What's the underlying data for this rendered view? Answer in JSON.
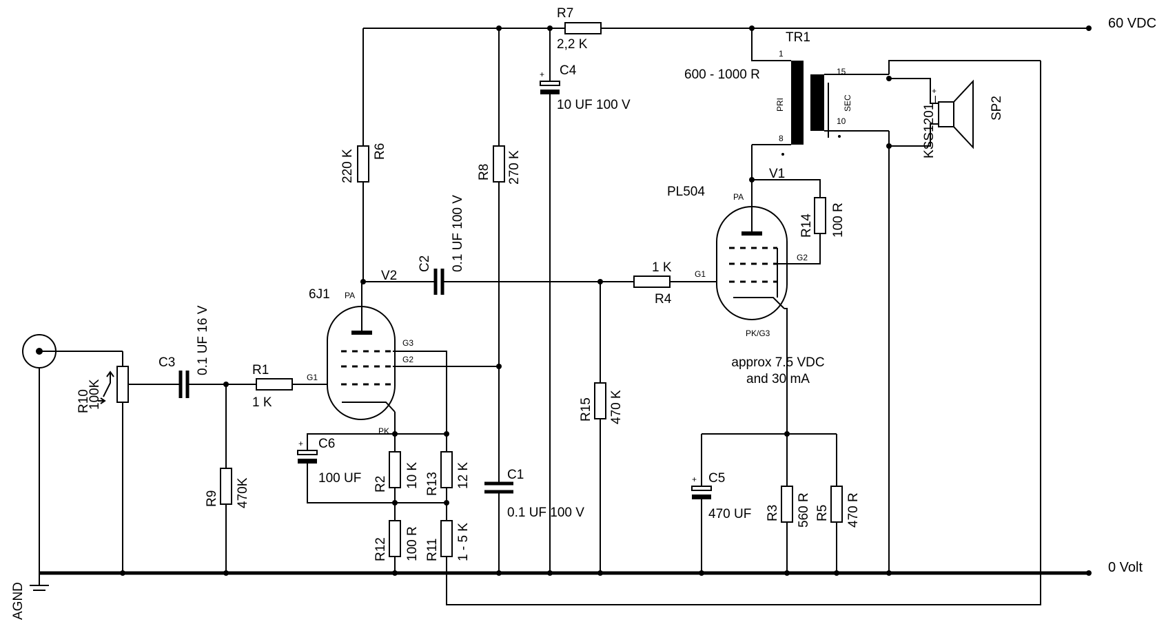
{
  "rails": {
    "supply": "60 VDC",
    "ground": "0 Volt",
    "agnd": "AGND"
  },
  "resistors": {
    "r1": {
      "ref": "R1",
      "value": "1 K"
    },
    "r2": {
      "ref": "R2",
      "value": "10 K"
    },
    "r3": {
      "ref": "R3",
      "value": "560 R"
    },
    "r4": {
      "ref": "R4",
      "value": "1 K"
    },
    "r5": {
      "ref": "R5",
      "value": "470 R"
    },
    "r6": {
      "ref": "R6",
      "value": "220 K"
    },
    "r7": {
      "ref": "R7",
      "value": "2,2 K"
    },
    "r8": {
      "ref": "R8",
      "value": "270 K"
    },
    "r9": {
      "ref": "R9",
      "value": "470K"
    },
    "r10": {
      "ref": "R10",
      "value": "100K"
    },
    "r11": {
      "ref": "R11",
      "value": "1 - 5 K"
    },
    "r12": {
      "ref": "R12",
      "value": "100 R"
    },
    "r13": {
      "ref": "R13",
      "value": "12 K"
    },
    "r14": {
      "ref": "R14",
      "value": "100 R"
    },
    "r15": {
      "ref": "R15",
      "value": "470 K"
    }
  },
  "capacitors": {
    "c1": {
      "ref": "C1",
      "value": "0.1 UF 100 V"
    },
    "c2": {
      "ref": "C2",
      "value": "0.1 UF 100 V"
    },
    "c3": {
      "ref": "C3",
      "value": "0.1 UF 16 V"
    },
    "c4": {
      "ref": "C4",
      "value": "10 UF 100 V"
    },
    "c5": {
      "ref": "C5",
      "value": "470 UF"
    },
    "c6": {
      "ref": "C6",
      "value": "100 UF"
    }
  },
  "tubes": {
    "v2": {
      "ref": "V2",
      "type": "6J1",
      "pa": "PA",
      "g1": "G1",
      "g2": "G2",
      "g3": "G3",
      "pk": "PK"
    },
    "v1": {
      "ref": "V1",
      "type": "PL504",
      "pa": "PA",
      "g1": "G1",
      "g2": "G2",
      "pk": "PK/G3"
    }
  },
  "transformer": {
    "ref": "TR1",
    "impedance": "600 - 1000 R",
    "pri": "PRI",
    "sec": "SEC",
    "pin1": "1",
    "pin8": "8",
    "pin15": "15",
    "pin10": "10"
  },
  "speaker": {
    "ref": "SP2",
    "part": "KSS1201_"
  },
  "note": {
    "line1": "approx 7.5 VDC",
    "line2": "and 30 mA"
  }
}
